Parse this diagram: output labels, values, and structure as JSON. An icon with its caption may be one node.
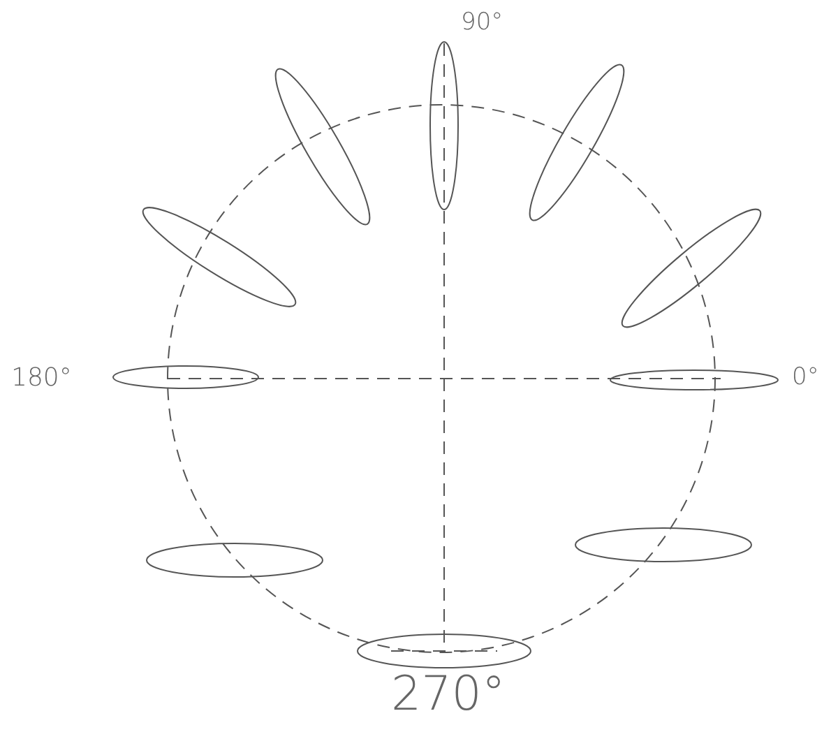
{
  "diagram": {
    "labels": [
      "90°",
      "180°",
      "0°",
      "270°"
    ]
  }
}
